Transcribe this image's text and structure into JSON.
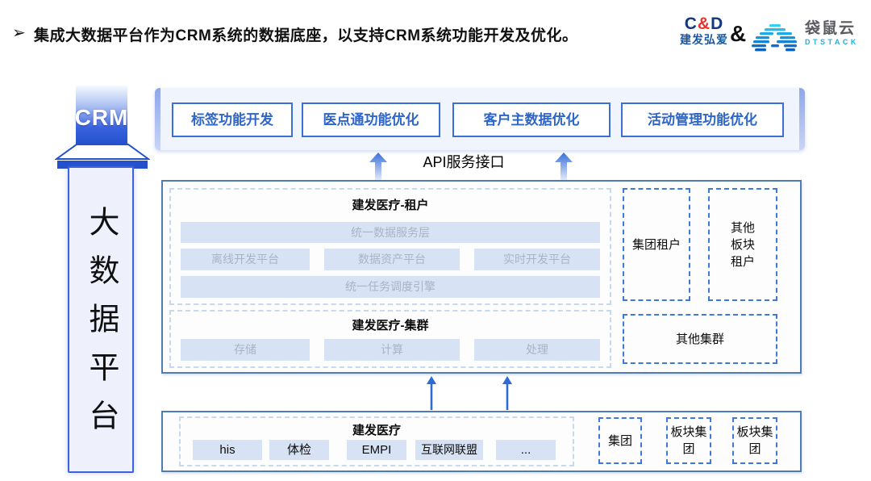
{
  "header": {
    "bullet": "➢",
    "title": "集成大数据平台作为CRM系统的数据底座，以支持CRM系统功能开发及优化。",
    "logos": {
      "cnd_c": "C",
      "cnd_amp": "&",
      "cnd_d": "D",
      "cnd_bottom": "建发弘爱",
      "joiner": "&",
      "dtstack_name": "袋鼠云",
      "dtstack_sub": "DTSTACK"
    }
  },
  "crm": {
    "label": "CRM"
  },
  "platform": {
    "label": "大数据平台"
  },
  "features": [
    "标签功能开发",
    "医点通功能优化",
    "客户主数据优化",
    "活动管理功能优化"
  ],
  "api_label": "API服务接口",
  "tenant_section": {
    "title": "建发医疗-租户",
    "service_layer": "统一数据服务层",
    "platforms": [
      "离线开发平台",
      "数据资产平台",
      "实时开发平台"
    ],
    "scheduler": "统一任务调度引擎",
    "group_tenant": "集团租户",
    "other_tenant": "其他板块租户"
  },
  "cluster_section": {
    "title": "建发医疗-集群",
    "items": [
      "存储",
      "计算",
      "处理"
    ],
    "other_cluster": "其他集群"
  },
  "source_section": {
    "title": "建发医疗",
    "items": [
      "his",
      "体检",
      "EMPI",
      "互联网联盟",
      "..."
    ],
    "group": "集团",
    "blocks": [
      "板块集团",
      "板块集团"
    ]
  },
  "colors": {
    "feature_border": "#3a6fd8",
    "feature_text": "#2d65c8",
    "outer_border": "#4f7db3",
    "dashed_light": "#c7d9ee",
    "dashed_blue": "#3e79d9",
    "fill_bar": "#d7e3f4",
    "fill_bar_text": "#a9b3c5",
    "crm_blue": "#2450cc",
    "arrow_blue": "#2e6bd4",
    "cnd_navy": "#16387f",
    "cnd_red": "#e63329",
    "dtstack_cyan": "#1fb0dd"
  }
}
